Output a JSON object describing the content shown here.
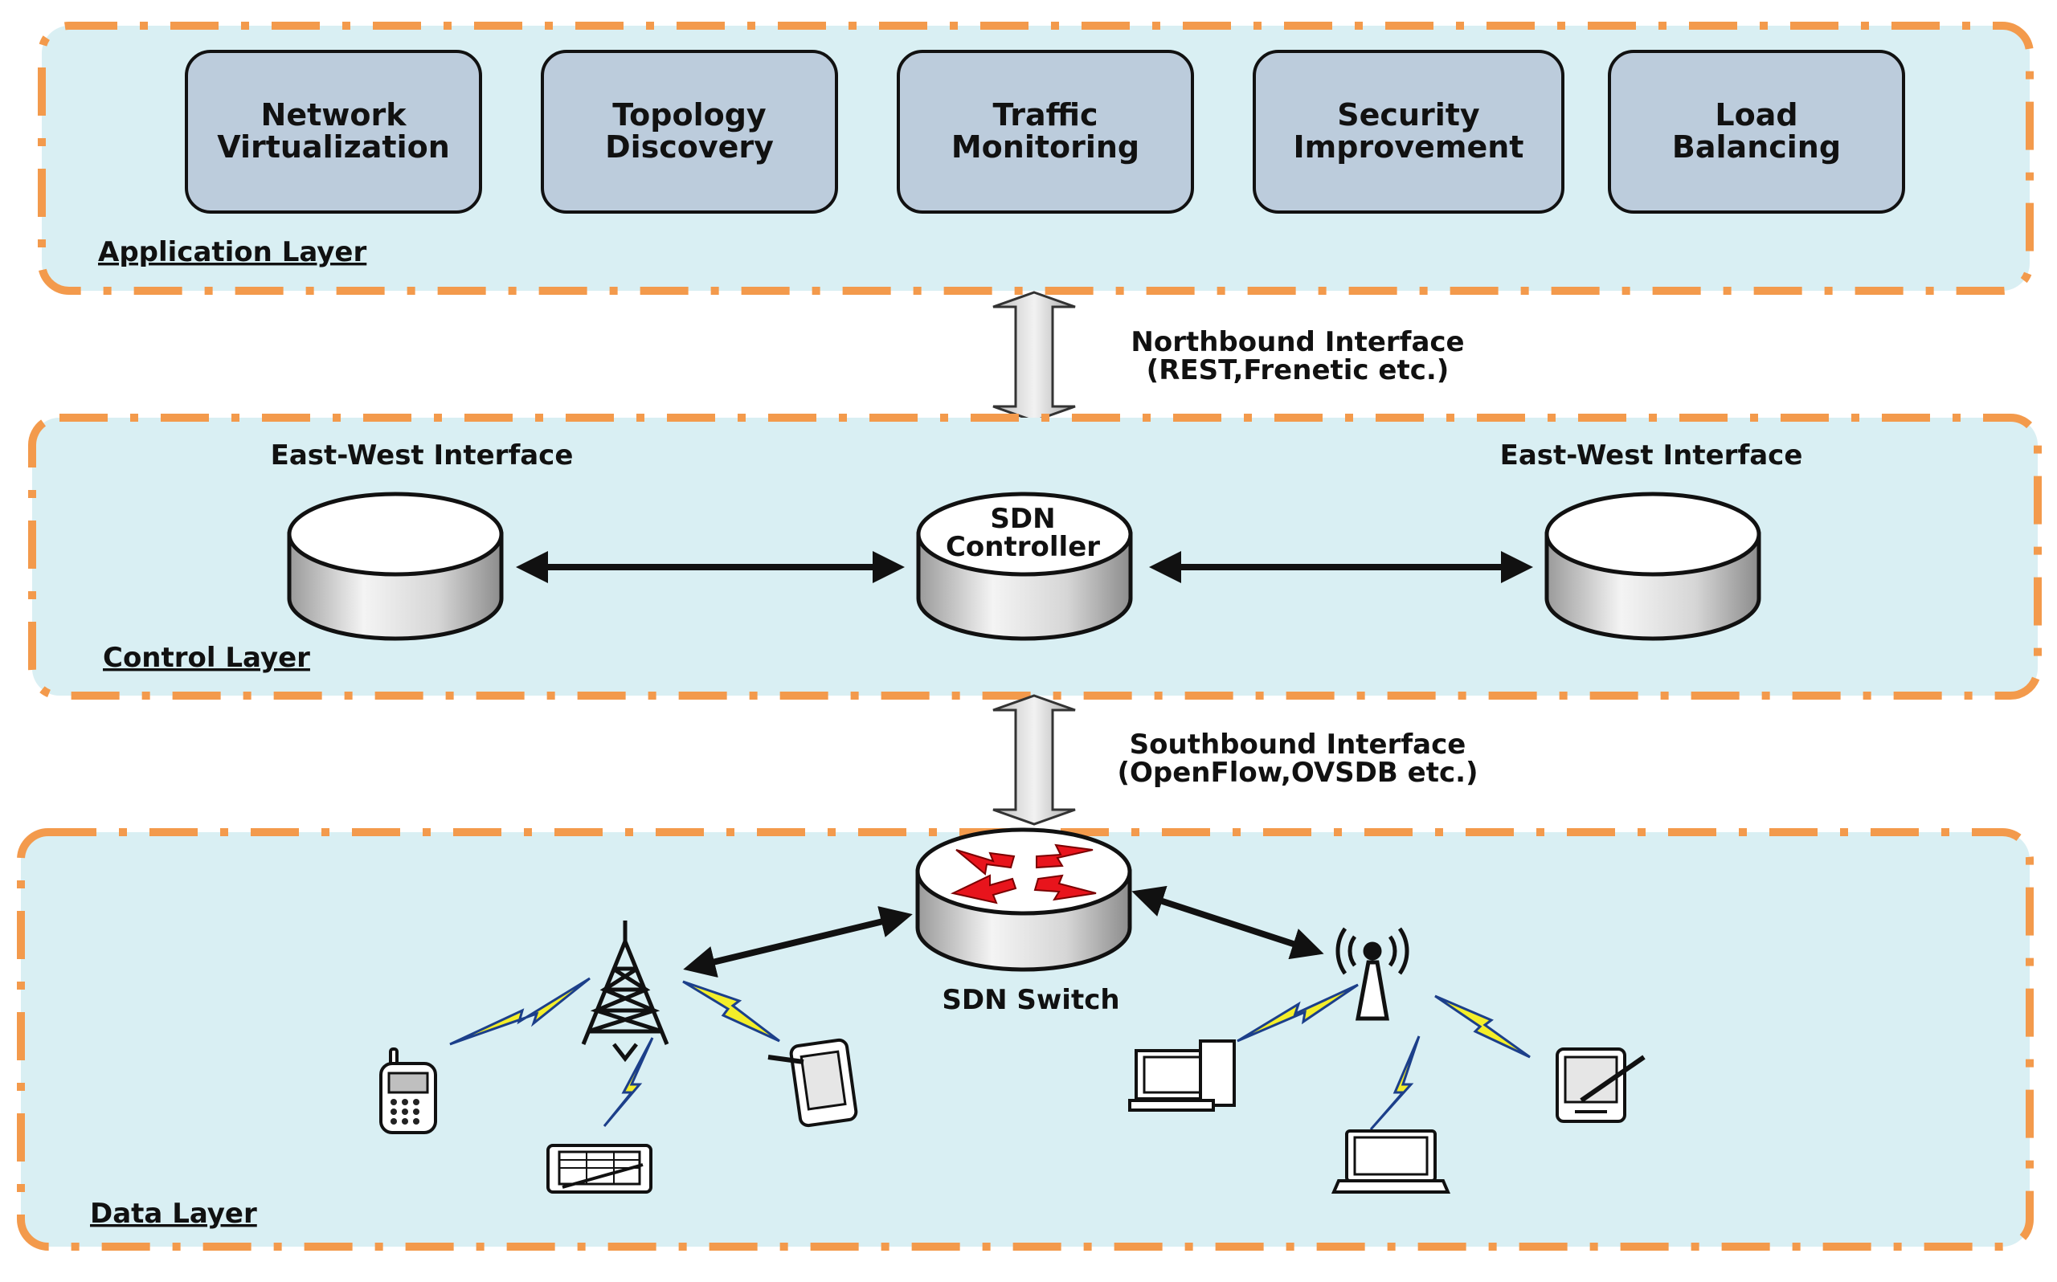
{
  "application_layer": {
    "label": "Application Layer",
    "apps": [
      {
        "line1": "Network",
        "line2": "Virtualization"
      },
      {
        "line1": "Topology",
        "line2": "Discovery"
      },
      {
        "line1": "Traffic",
        "line2": "Monitoring"
      },
      {
        "line1": "Security",
        "line2": "Improvement"
      },
      {
        "line1": "Load",
        "line2": "Balancing"
      }
    ]
  },
  "northbound": {
    "line1": "Northbound Interface",
    "line2": "(REST,Frenetic etc.)"
  },
  "control_layer": {
    "label": "Control Layer",
    "east_west_left": "East-West Interface",
    "east_west_right": "East-West Interface",
    "controller_line1": "SDN",
    "controller_line2": "Controller"
  },
  "southbound": {
    "line1": "Southbound Interface",
    "line2": "(OpenFlow,OVSDB etc.)"
  },
  "data_layer": {
    "label": "Data Layer",
    "switch_label": "SDN Switch"
  },
  "colors": {
    "layer_fill": "#d9eff3",
    "layer_border": "#f39a4c",
    "app_box_fill": "#bcccdc",
    "router_arrow": "#e8141c",
    "lightning": "#f4ee2a"
  },
  "icons": [
    "cell-tower-icon",
    "wifi-access-point-icon",
    "mobile-phone-icon",
    "tablet-icon",
    "handheld-device-icon",
    "desktop-computer-icon",
    "laptop-icon",
    "pda-icon",
    "router-icon",
    "lightning-icon"
  ]
}
